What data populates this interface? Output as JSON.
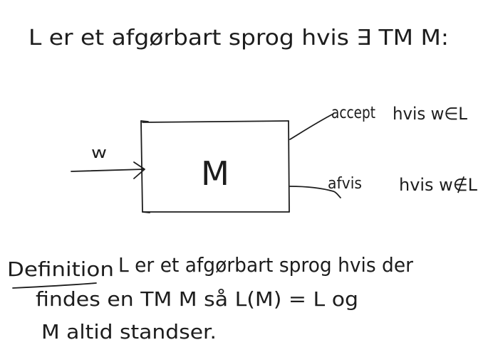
{
  "heading": {
    "text": "L er et afgørbart sprog hvis ∃ TM M:"
  },
  "diagram": {
    "machine_label": "M",
    "input_label": "w",
    "accept_label": "accept",
    "accept_condition": "hvis w∈L",
    "reject_label": "afvis",
    "reject_condition": "hvis w∉L"
  },
  "definition": {
    "term": "Definition",
    "line1": "L er et afgørbart sprog hvis der",
    "line2": "findes en TM M så L(M) = L og",
    "line3": "M altid standser."
  }
}
